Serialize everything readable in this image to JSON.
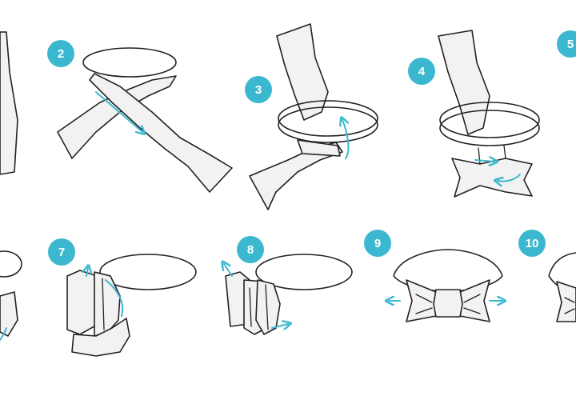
{
  "colors": {
    "accent": "#3bb8cf",
    "outline": "#222222",
    "fabric": "#f2f2f2"
  },
  "steps": [
    {
      "number": "2"
    },
    {
      "number": "3"
    },
    {
      "number": "4"
    },
    {
      "number": "5"
    },
    {
      "number": "7"
    },
    {
      "number": "8"
    },
    {
      "number": "9"
    },
    {
      "number": "10"
    }
  ]
}
